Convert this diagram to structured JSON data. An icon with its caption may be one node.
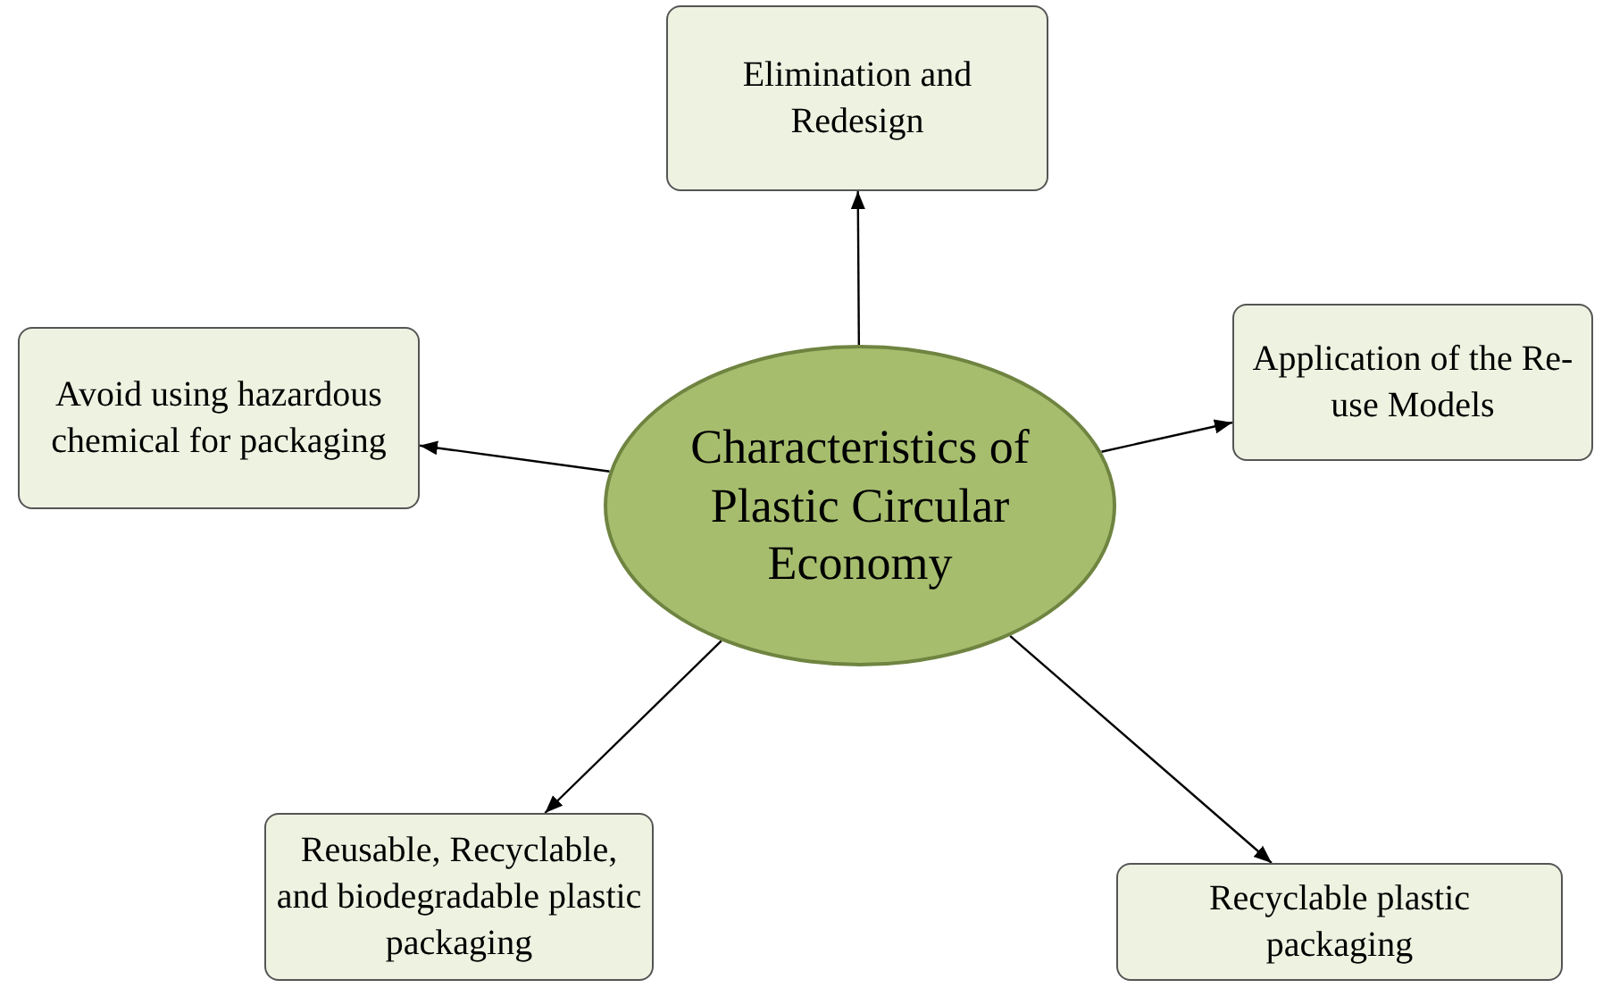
{
  "diagram": {
    "nodes": [
      {
        "text": [
          "Elimination and Redesign"
        ]
      },
      {
        "text": [
          "Avoid using hazardous chemical for packaging"
        ]
      },
      {
        "text": [
          "Application of the Re-use Models"
        ]
      },
      {
        "text": [
          "Characteristics of Plastic Circular Economy"
        ]
      },
      {
        "text": [
          "Reusable, Recyclable, and biodegradable plastic packaging"
        ]
      },
      {
        "text": [
          "Recyclable plastic packaging"
        ]
      }
    ],
    "edges": [
      {
        "from": 3,
        "to": 0,
        "arrow": "to"
      },
      {
        "from": 3,
        "to": 1,
        "arrow": "to"
      },
      {
        "from": 3,
        "to": 2,
        "arrow": "to"
      },
      {
        "from": 3,
        "to": 4,
        "arrow": "to"
      },
      {
        "from": 3,
        "to": 5,
        "arrow": "to"
      }
    ]
  }
}
